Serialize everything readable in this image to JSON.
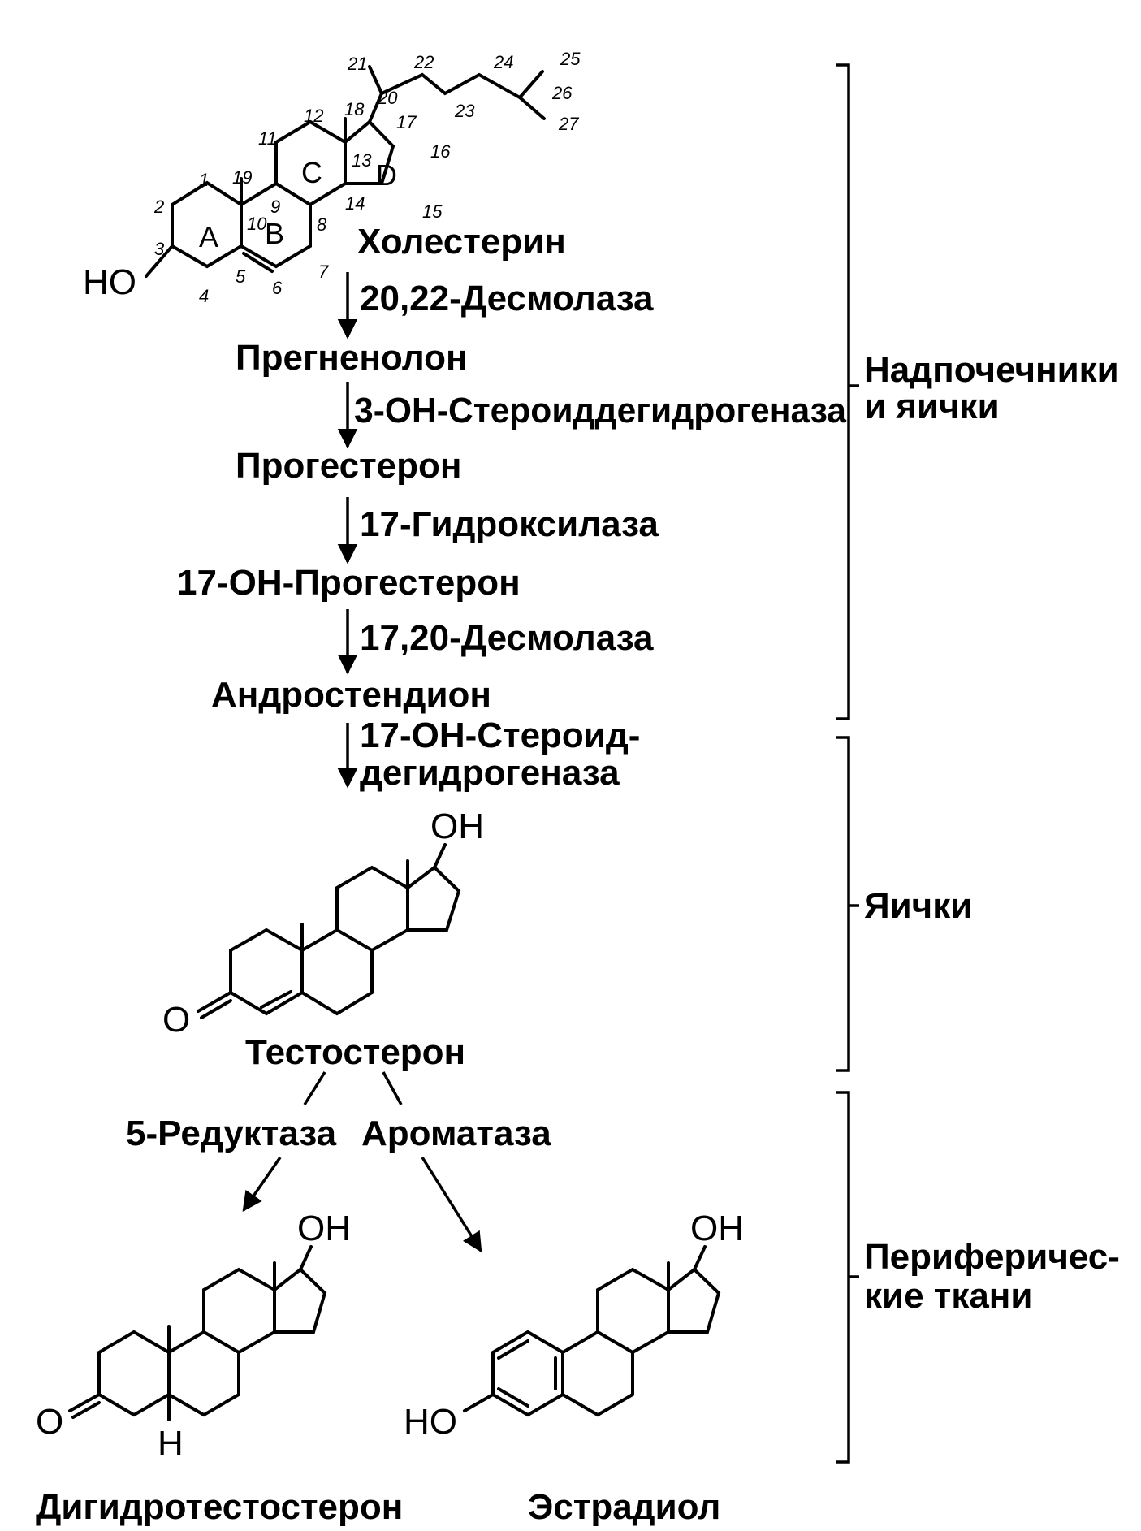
{
  "pathway": {
    "cholesterol": "Холестерин",
    "step1_enzyme": "20,22-Десмолаза",
    "pregnenolone": "Прегненолон",
    "step2_enzyme": "3-OH-Стероиддегидрогеназа",
    "progesterone": "Прогестерон",
    "step3_enzyme": "17-Гидроксилаза",
    "oh_progesterone": "17-ОН-Прогестерон",
    "step4_enzyme": "17,20-Десмолаза",
    "androstenedione": "Андростендион",
    "step5_enzyme_line1": "17-ОН-Стероид-",
    "step5_enzyme_line2": "дегидрогеназа",
    "testosterone": "Тестостерон",
    "branch_left_enzyme": "5-Редуктаза",
    "branch_right_enzyme": "Ароматаза",
    "dihydrotestosterone": "Дигидротестостерон",
    "estradiol": "Эстрадиол"
  },
  "tissues": {
    "adrenal_line1": "Надпочечники",
    "adrenal_line2": "и яички",
    "testes": "Яички",
    "peripheral_line1": "Периферичес-",
    "peripheral_line2": "кие ткани"
  },
  "structure_labels": {
    "ring_a": "A",
    "ring_b": "B",
    "ring_c": "C",
    "ring_d": "D",
    "ho": "HO",
    "oh": "OH",
    "o": "O",
    "h": "H",
    "carbons": [
      "1",
      "2",
      "3",
      "4",
      "5",
      "6",
      "7",
      "8",
      "9",
      "10",
      "11",
      "12",
      "13",
      "14",
      "15",
      "16",
      "17",
      "18",
      "19",
      "20",
      "21",
      "22",
      "23",
      "24",
      "25",
      "26",
      "27"
    ]
  }
}
